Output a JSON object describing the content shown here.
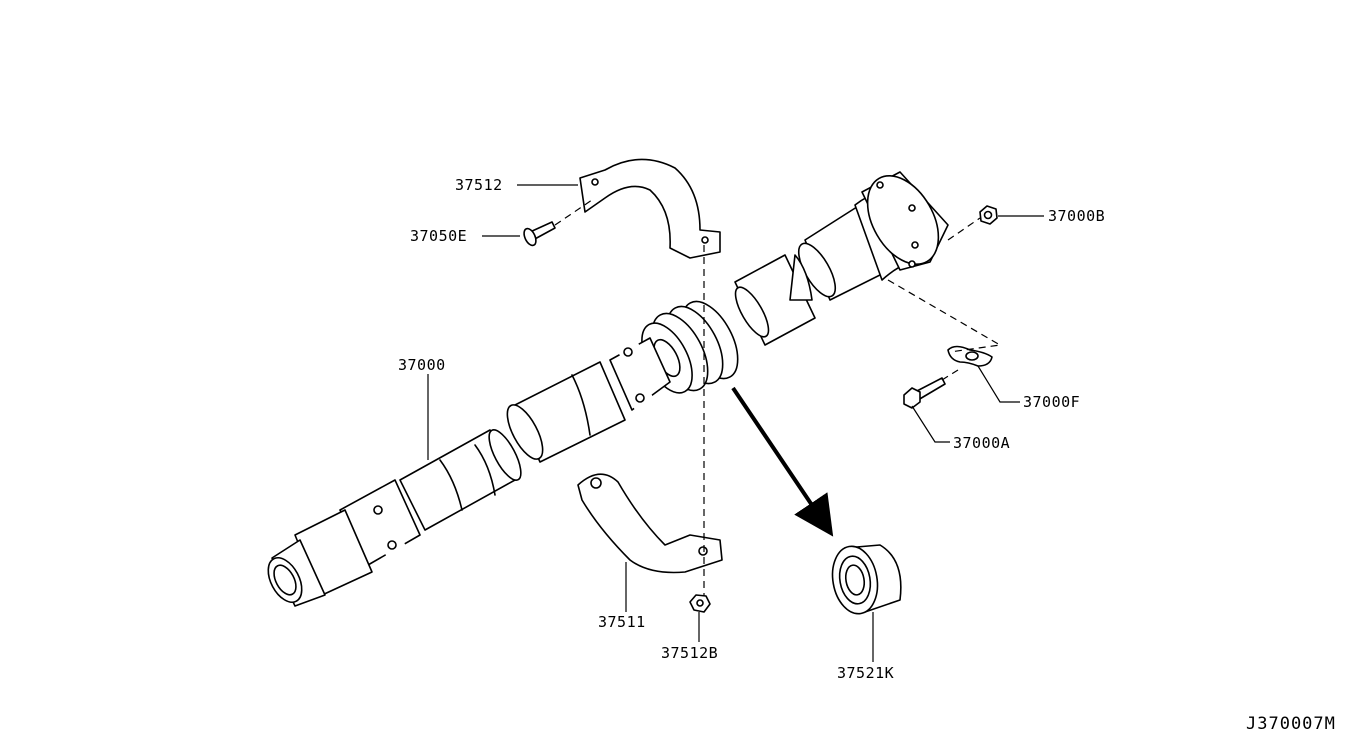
{
  "diagram_code": "J370007M",
  "labels": {
    "bracket_upper": "37512",
    "bolt": "37050E",
    "shaft_assembly": "37000",
    "nut_flange": "37000B",
    "washer": "37000F",
    "bolt_flange": "37000A",
    "bracket_lower": "37511",
    "nut_bracket": "37512B",
    "bearing": "37521K"
  }
}
